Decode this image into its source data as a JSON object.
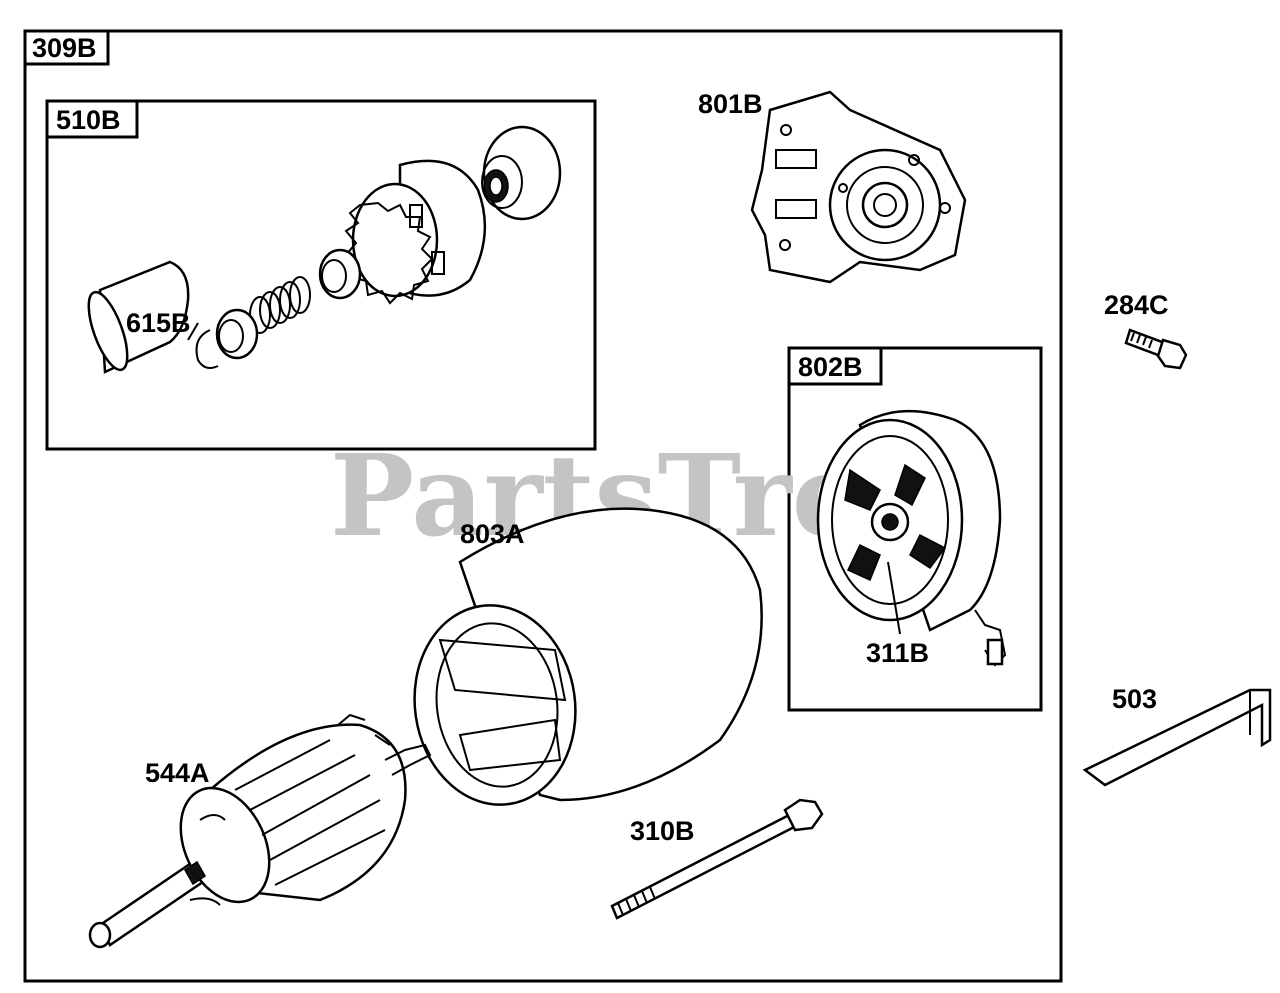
{
  "watermark": "PartsTree",
  "watermark_mark": "™",
  "boxes": {
    "main": "309B",
    "drive_assembly": "510B",
    "end_cap_assembly": "802B"
  },
  "labels": {
    "p801B": "801B",
    "p284C": "284C",
    "p615B": "615B",
    "p803A": "803A",
    "p311B": "311B",
    "p503": "503",
    "p544A": "544A",
    "p310B": "310B"
  }
}
